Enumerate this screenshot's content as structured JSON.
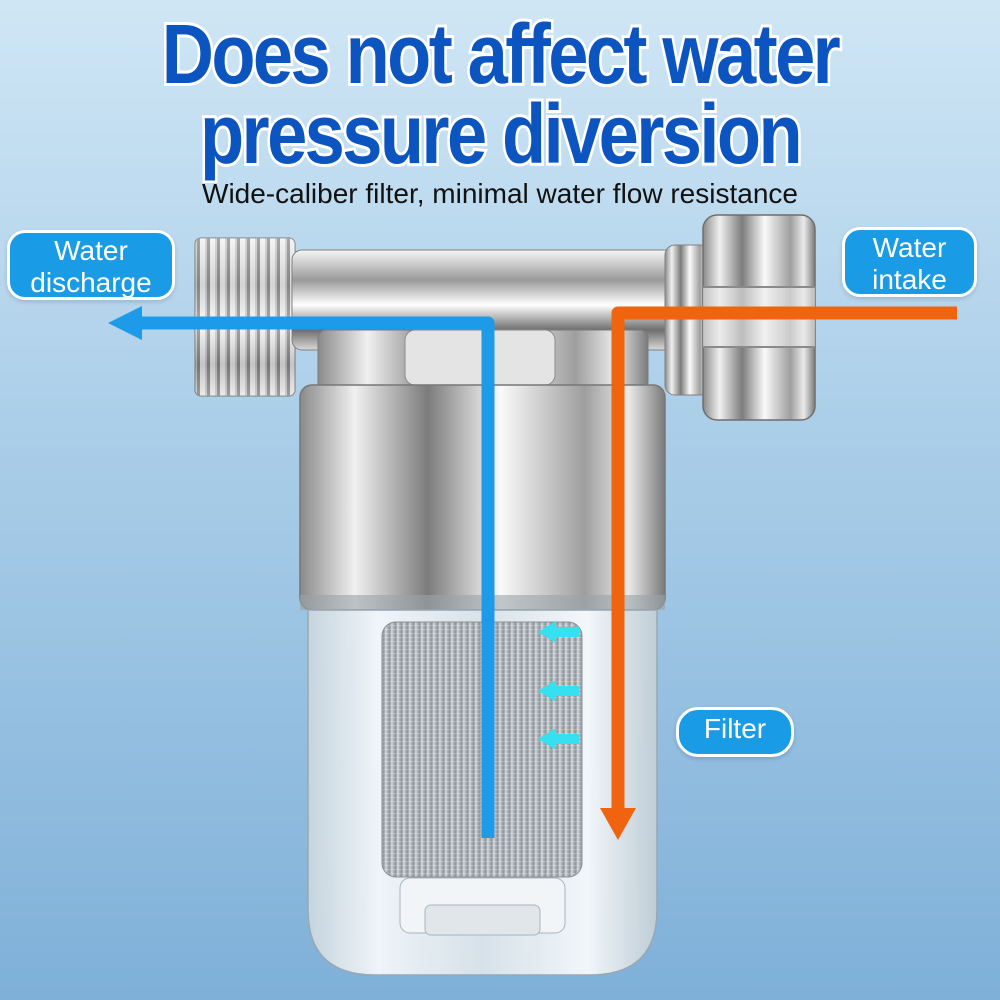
{
  "headline": {
    "line1": "Does not affect water",
    "line2": "pressure diversion"
  },
  "subtitle": "Wide-caliber filter, minimal water flow resistance",
  "labels": {
    "water_discharge_line1": "Water",
    "water_discharge_line2": "discharge",
    "water_intake_line1": "Water",
    "water_intake_line2": "intake",
    "filter": "Filter"
  },
  "colors": {
    "headline": "#0c55c0",
    "pill": "#1a9be6",
    "discharge_flow": "#1e9be8",
    "intake_flow": "#f06410",
    "filter_arrows": "#35e0f0"
  },
  "icons": [
    "discharge-arrow-icon",
    "intake-arrow-icon",
    "filter-flow-arrow-icon"
  ]
}
